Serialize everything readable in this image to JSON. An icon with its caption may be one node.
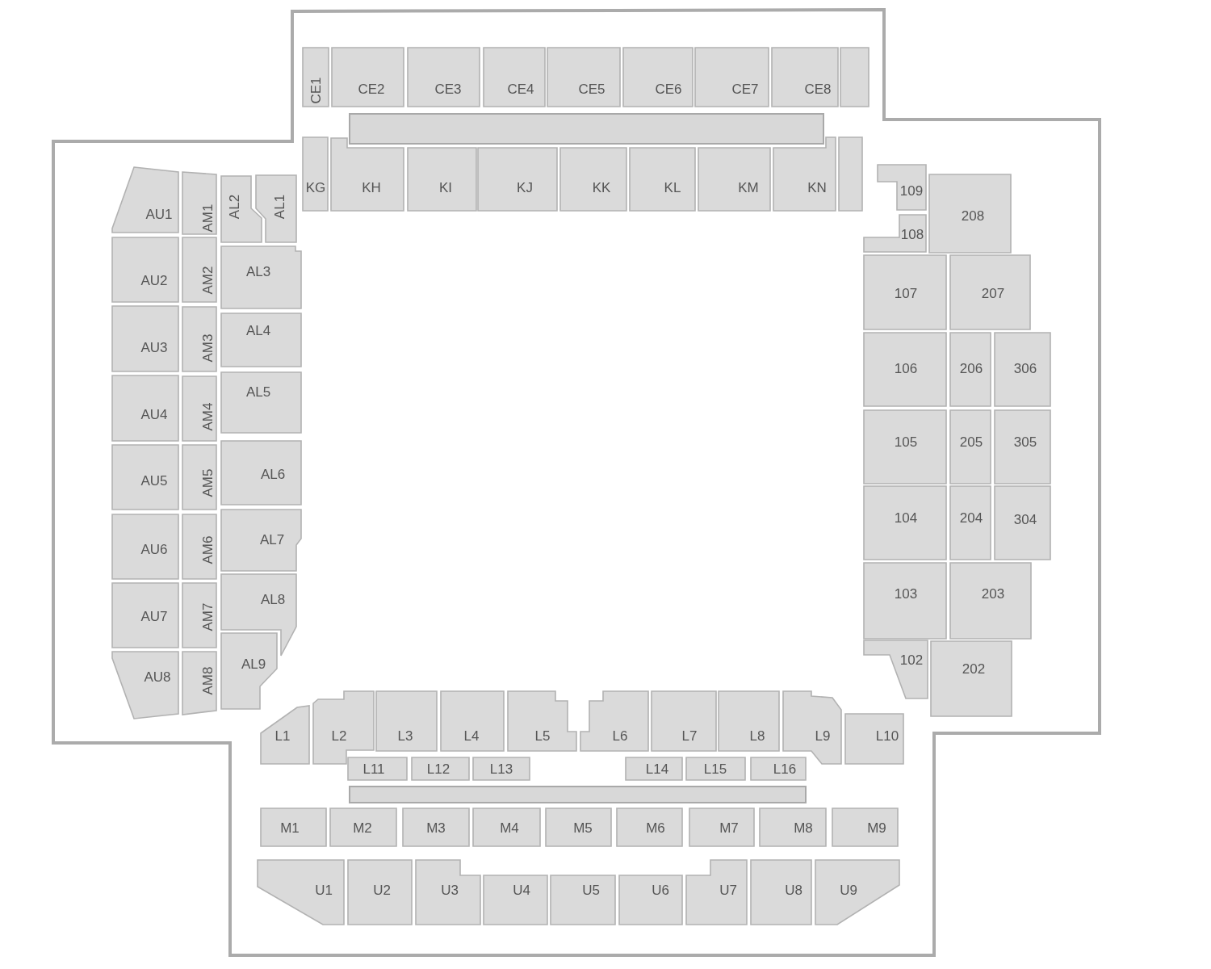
{
  "diagram": {
    "nodes": [
      {
        "text": [
          "CE1"
        ]
      },
      {
        "text": [
          "CE2"
        ]
      },
      {
        "text": [
          "CE3"
        ]
      },
      {
        "text": [
          "CE4"
        ]
      },
      {
        "text": [
          "CE5"
        ]
      },
      {
        "text": [
          "CE6"
        ]
      },
      {
        "text": [
          "CE7"
        ]
      },
      {
        "text": [
          "CE8"
        ]
      },
      {
        "text": [],
        "shape": "box"
      },
      {
        "text": [],
        "shape": "bar"
      },
      {
        "text": [
          "KG"
        ]
      },
      {
        "text": [
          "KH"
        ]
      },
      {
        "text": [
          "KI"
        ]
      },
      {
        "text": [
          "KJ"
        ]
      },
      {
        "text": [
          "KK"
        ]
      },
      {
        "text": [
          "KL"
        ]
      },
      {
        "text": [
          "KM"
        ]
      },
      {
        "text": [
          "KN"
        ]
      },
      {
        "text": [],
        "shape": "box"
      },
      {
        "text": [
          "AU1"
        ]
      },
      {
        "text": [
          "AU2"
        ]
      },
      {
        "text": [
          "AU3"
        ]
      },
      {
        "text": [
          "AU4"
        ]
      },
      {
        "text": [
          "AU5"
        ]
      },
      {
        "text": [
          "AU6"
        ]
      },
      {
        "text": [
          "AU7"
        ]
      },
      {
        "text": [
          "AU8"
        ]
      },
      {
        "text": [
          "AM1"
        ]
      },
      {
        "text": [
          "AM2"
        ]
      },
      {
        "text": [
          "AM3"
        ]
      },
      {
        "text": [
          "AM4"
        ]
      },
      {
        "text": [
          "AM5"
        ]
      },
      {
        "text": [
          "AM6"
        ]
      },
      {
        "text": [
          "AM7"
        ]
      },
      {
        "text": [
          "AM8"
        ]
      },
      {
        "text": [
          "AL2"
        ]
      },
      {
        "text": [
          "AL1"
        ]
      },
      {
        "text": [
          "AL3"
        ]
      },
      {
        "text": [
          "AL4"
        ]
      },
      {
        "text": [
          "AL5"
        ]
      },
      {
        "text": [
          "AL6"
        ]
      },
      {
        "text": [
          "AL7"
        ]
      },
      {
        "text": [
          "AL8"
        ]
      },
      {
        "text": [
          "AL9"
        ]
      },
      {
        "text": [
          "109"
        ]
      },
      {
        "text": [
          "108"
        ]
      },
      {
        "text": [
          "208"
        ]
      },
      {
        "text": [
          "107"
        ]
      },
      {
        "text": [
          "207"
        ]
      },
      {
        "text": [
          "106"
        ]
      },
      {
        "text": [
          "206"
        ]
      },
      {
        "text": [
          "306"
        ]
      },
      {
        "text": [
          "105"
        ]
      },
      {
        "text": [
          "205"
        ]
      },
      {
        "text": [
          "305"
        ]
      },
      {
        "text": [
          "104"
        ]
      },
      {
        "text": [
          "204"
        ]
      },
      {
        "text": [
          "304"
        ]
      },
      {
        "text": [
          "103"
        ]
      },
      {
        "text": [
          "203"
        ]
      },
      {
        "text": [
          "102"
        ]
      },
      {
        "text": [
          "202"
        ]
      },
      {
        "text": [
          "L1"
        ]
      },
      {
        "text": [
          "L2"
        ]
      },
      {
        "text": [
          "L3"
        ]
      },
      {
        "text": [
          "L4"
        ]
      },
      {
        "text": [
          "L5"
        ]
      },
      {
        "text": [
          "L6"
        ]
      },
      {
        "text": [
          "L7"
        ]
      },
      {
        "text": [
          "L8"
        ]
      },
      {
        "text": [
          "L9"
        ]
      },
      {
        "text": [
          "L10"
        ]
      },
      {
        "text": [
          "L11"
        ]
      },
      {
        "text": [
          "L12"
        ]
      },
      {
        "text": [
          "L13"
        ]
      },
      {
        "text": [
          "L14"
        ]
      },
      {
        "text": [
          "L15"
        ]
      },
      {
        "text": [
          "L16"
        ]
      },
      {
        "text": [],
        "shape": "bar"
      },
      {
        "text": [
          "M1"
        ]
      },
      {
        "text": [
          "M2"
        ]
      },
      {
        "text": [
          "M3"
        ]
      },
      {
        "text": [
          "M4"
        ]
      },
      {
        "text": [
          "M5"
        ]
      },
      {
        "text": [
          "M6"
        ]
      },
      {
        "text": [
          "M7"
        ]
      },
      {
        "text": [
          "M8"
        ]
      },
      {
        "text": [
          "M9"
        ]
      },
      {
        "text": [
          "U1"
        ]
      },
      {
        "text": [
          "U2"
        ]
      },
      {
        "text": [
          "U3"
        ]
      },
      {
        "text": [
          "U4"
        ]
      },
      {
        "text": [
          "U5"
        ]
      },
      {
        "text": [
          "U6"
        ]
      },
      {
        "text": [
          "U7"
        ]
      },
      {
        "text": [
          "U8"
        ]
      },
      {
        "text": [
          "U9"
        ]
      }
    ]
  }
}
